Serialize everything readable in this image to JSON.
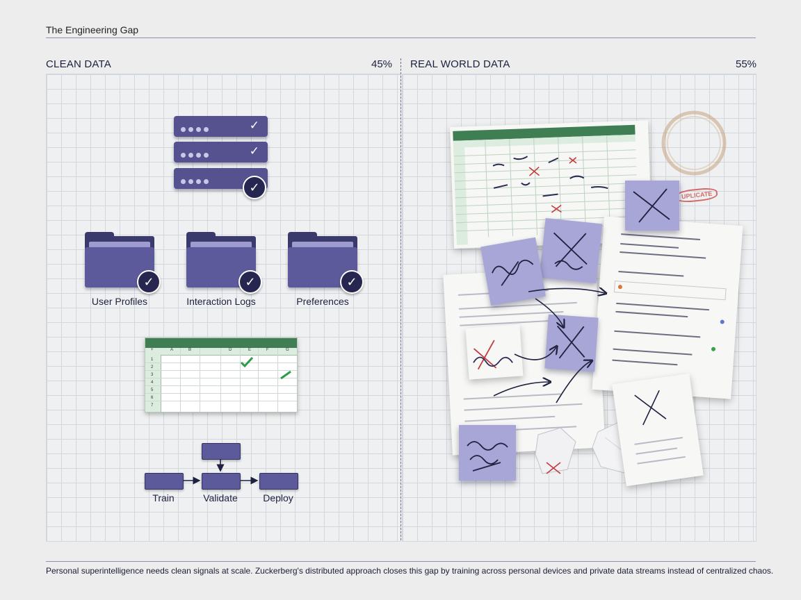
{
  "header": {
    "title": "The Engineering Gap"
  },
  "left": {
    "label": "CLEAN DATA",
    "percent": "45%",
    "folders": [
      {
        "label": "User Profiles"
      },
      {
        "label": "Interaction Logs"
      },
      {
        "label": "Preferences"
      }
    ],
    "sheet_columns": [
      "A",
      "B",
      "",
      "D",
      "E",
      "F",
      "G"
    ],
    "sheet_rows": [
      "1",
      "2",
      "3",
      "4",
      "5",
      "6",
      "7"
    ],
    "pipeline": [
      "Train",
      "Validate",
      "Deploy"
    ]
  },
  "right": {
    "label": "REAL WORLD DATA",
    "percent": "55%",
    "stamp_text": "UPLICATE"
  },
  "footer": {
    "caption": "Personal superintelligence needs clean signals at scale. Zuckerberg's distributed approach closes this gap by training across personal devices and private data streams instead of centralized chaos."
  },
  "colors": {
    "accent": "#55528f",
    "dark": "#262650",
    "sheet_green": "#3f7d52",
    "sticky": "#a7a6d6"
  },
  "icons": [
    "server-icon",
    "checkmark-icon",
    "folder-icon",
    "spreadsheet-icon",
    "flow-arrow-icon",
    "sticky-note-icon",
    "crumpled-paper-icon",
    "coffee-stain-icon"
  ]
}
